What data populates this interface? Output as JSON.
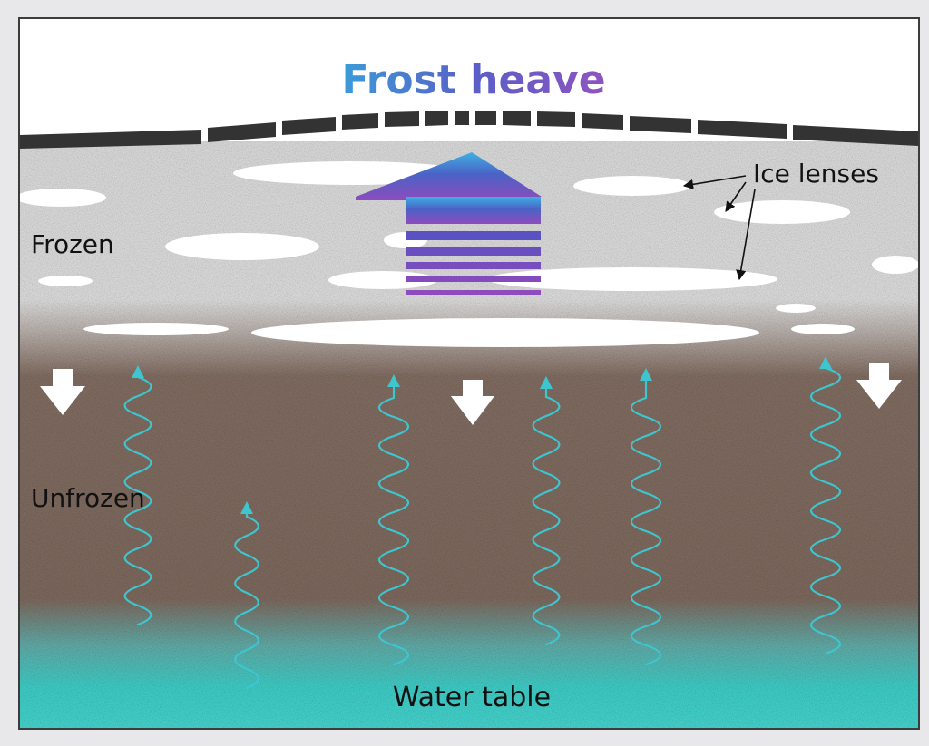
{
  "diagram": {
    "title": "Frost heave",
    "labels": {
      "frozen": "Frozen",
      "unfrozen": "Unfrozen",
      "ice_lenses": "Ice lenses",
      "water_table": "Water table"
    },
    "colors": {
      "background": "#e8e8ea",
      "frame_border": "#3c3c3c",
      "pavement": "#333333",
      "frozen_soil": "#d9d9d9",
      "ice_lens": "#ffffff",
      "unfrozen_soil": "#7a655a",
      "water": "#3ec9c3",
      "water_arrow": "#3ec6d0",
      "title_gradient": [
        "#3a9bd9",
        "#5a5fc7",
        "#8e54c0"
      ],
      "heave_arrow_gradient": [
        "#3aa7e0",
        "#4a5fc4",
        "#8e4bbd"
      ]
    }
  }
}
